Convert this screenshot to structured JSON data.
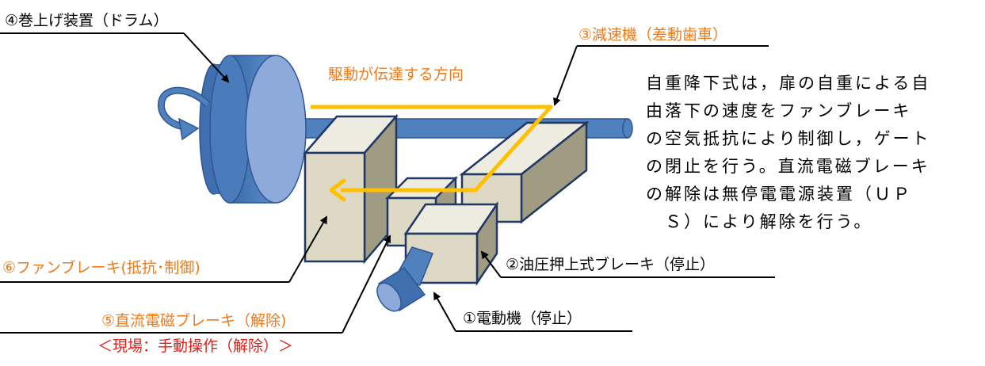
{
  "labels": {
    "drum": "④巻上げ装置（ドラム）",
    "reducer": "③減速機（差動歯車）",
    "flow": "駆動が伝達する方向",
    "fan_brake": "⑥ファンブレーキ(抵抗･制御)",
    "hydraulic_brake": "②油圧押上式ブレーキ（停止）",
    "dc_brake": "⑤直流電磁ブレーキ（解除)",
    "motor": "①電動機（停止）",
    "manual": "＜現場：手動操作（解除）＞"
  },
  "description": [
    "自重降下式は，扉の自重による自",
    "由落下の速度をファンブレーキ",
    "の空気抵抗により制御し，ゲート",
    "の閉止を行う。直流電磁ブレーキ",
    "の解除は無停電電源装置（ＵＰ",
    "　Ｓ）により解除を行う。"
  ],
  "colors": {
    "orange_text": "#f07a1a",
    "red_text": "#e0201a",
    "flow_arrow": "#ffc000",
    "box_fill": "#ddd9c4",
    "box_stroke": "#1f3864",
    "drum_blue": "#4f81bd"
  }
}
